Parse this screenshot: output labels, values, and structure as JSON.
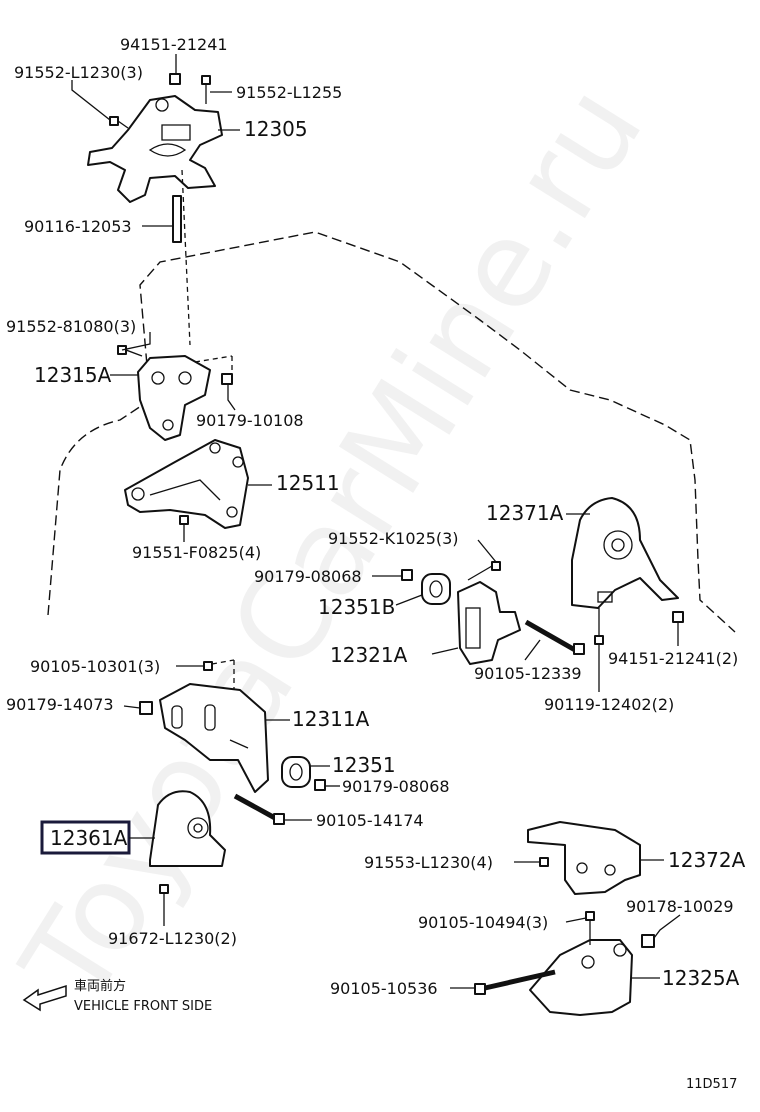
{
  "watermark": "ToyotaCarMine.ru",
  "diagram_code": "11D517",
  "front_note": {
    "jp": "車両前方",
    "en": "VEHICLE FRONT SIDE"
  },
  "labels": {
    "p94151_21241": "94151-21241",
    "p91552_L1230": "91552-L1230(3)",
    "p91552_L1255": "91552-L1255",
    "p12305": "12305",
    "p90116_12053": "90116-12053",
    "p91552_81080": "91552-81080(3)",
    "p12315A": "12315A",
    "p90179_10108": "90179-10108",
    "p12511": "12511",
    "p91551_F0825": "91551-F0825(4)",
    "p91552_K1025": "91552-K1025(3)",
    "p90179_08068_a": "90179-08068",
    "p12351B": "12351B",
    "p12321A": "12321A",
    "p90105_12339": "90105-12339",
    "p12371A": "12371A",
    "p94151_21241_2": "94151-21241(2)",
    "p90119_12402": "90119-12402(2)",
    "p90105_10301": "90105-10301(3)",
    "p90179_14073": "90179-14073",
    "p12311A": "12311A",
    "p12351": "12351",
    "p90179_08068_b": "90179-08068",
    "p90105_14174": "90105-14174",
    "p12361A": "12361A",
    "p91672_L1230": "91672-L1230(2)",
    "p91553_L1230": "91553-L1230(4)",
    "p12372A": "12372A",
    "p90105_10494": "90105-10494(3)",
    "p90178_10029": "90178-10029",
    "p12325A": "12325A",
    "p90105_10536": "90105-10536"
  }
}
